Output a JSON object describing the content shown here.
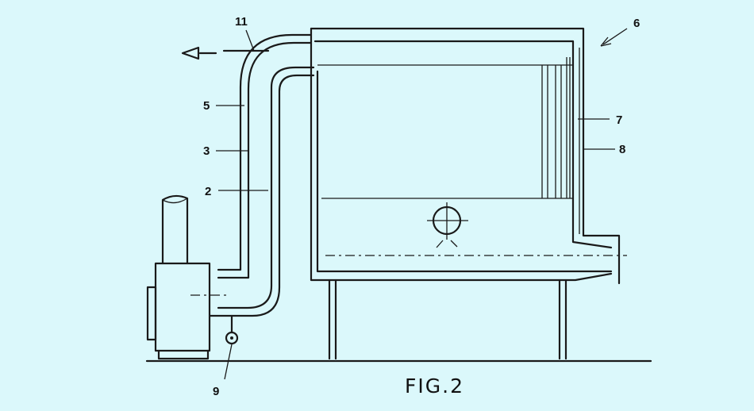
{
  "figure": {
    "caption": "FIG.2"
  },
  "labels": {
    "n11": "11",
    "n6": "6",
    "n5": "5",
    "n3": "3",
    "n2": "2",
    "n7": "7",
    "n8": "8",
    "n9": "9"
  },
  "colors": {
    "background": "#dbf8fb",
    "ink": "#1a1a1a"
  }
}
